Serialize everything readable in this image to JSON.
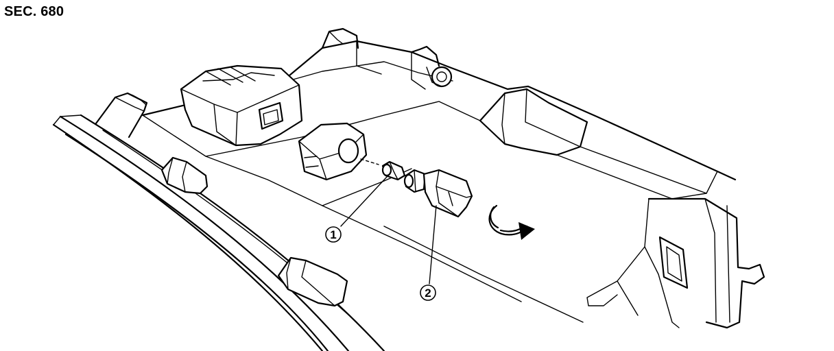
{
  "section_code": "SEC. 680",
  "callouts": [
    {
      "number": "1"
    },
    {
      "number": "2"
    }
  ],
  "icons": [
    "rotation-arrow-icon"
  ],
  "colors": {
    "line": "#000000",
    "background": "#ffffff"
  }
}
